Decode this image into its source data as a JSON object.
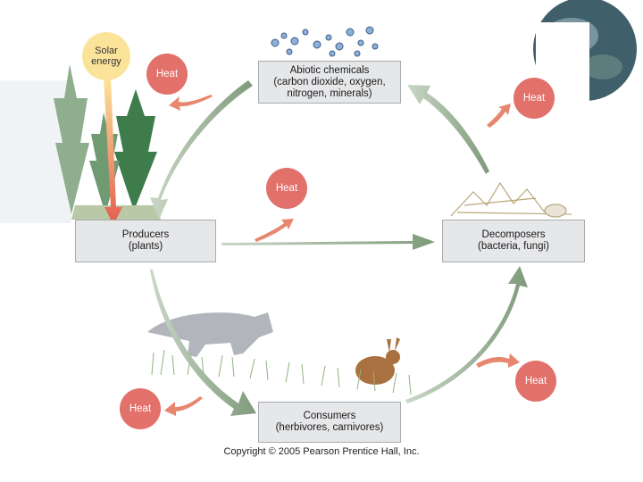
{
  "solar_energy": {
    "line1": "Solar",
    "line2": "energy"
  },
  "abiotic": {
    "line1": "Abiotic chemicals",
    "line2": "(carbon dioxide, oxygen,",
    "line3": "nitrogen, minerals)"
  },
  "producers": {
    "line1": "Producers",
    "line2": "(plants)"
  },
  "decomposers": {
    "line1": "Decomposers",
    "line2": "(bacteria, fungi)"
  },
  "consumers": {
    "line1": "Consumers",
    "line2": "(herbivores, carnivores)"
  },
  "heat_label": "Heat",
  "copyright": "Copyright © 2005 Pearson Prentice Hall, Inc.",
  "colors": {
    "box": "#e6e7e9",
    "heat": "#e2706b",
    "flow_arrow": "#7f9a7b",
    "heat_arrow": "#e8876f",
    "sun": "#fbe49a"
  }
}
